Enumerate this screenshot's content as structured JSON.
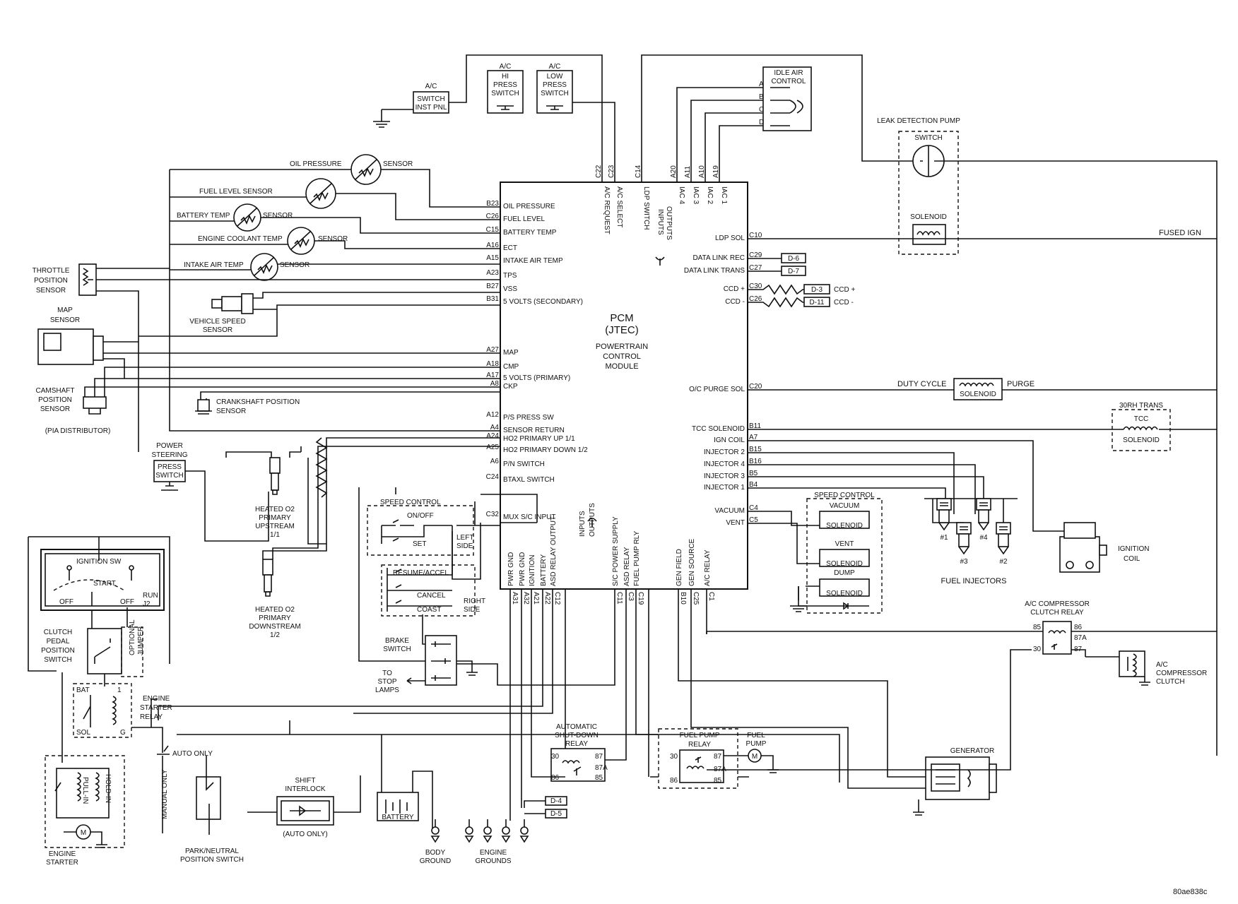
{
  "pcm": {
    "title_lines": [
      "PCM",
      "(JTEC)",
      "POWERTRAIN",
      "CONTROL",
      "MODULE"
    ]
  },
  "left_inputs": [
    {
      "pin": "B23",
      "label": "OIL PRESSURE"
    },
    {
      "pin": "C26",
      "label": "FUEL LEVEL"
    },
    {
      "pin": "C15",
      "label": "BATTERY TEMP"
    },
    {
      "pin": "A16",
      "label": "ECT"
    },
    {
      "pin": "A15",
      "label": "INTAKE AIR TEMP"
    },
    {
      "pin": "A23",
      "label": "TPS"
    },
    {
      "pin": "B27",
      "label": "VSS"
    },
    {
      "pin": "B31",
      "label": "5 VOLTS (SECONDARY)"
    },
    {
      "pin": "A27",
      "label": "MAP"
    },
    {
      "pin": "A18",
      "label": "CMP"
    },
    {
      "pin": "A17",
      "label": "5 VOLTS (PRIMARY)"
    },
    {
      "pin": "A8",
      "label": "CKP"
    },
    {
      "pin": "A12",
      "label": "P/S PRESS SW"
    },
    {
      "pin": "A4",
      "label": "SENSOR RETURN"
    },
    {
      "pin": "A24",
      "label": "HO2 PRIMARY UP 1/1"
    },
    {
      "pin": "A25",
      "label": "HO2 PRIMARY DOWN 1/2"
    },
    {
      "pin": "A6",
      "label": "P/N SWITCH"
    },
    {
      "pin": "C24",
      "label": "BTAXL SWITCH"
    },
    {
      "pin": "C32",
      "label": "MUX S/C INPUT"
    }
  ],
  "top_pins": [
    {
      "pin": "C22",
      "label": "A/C REQUEST"
    },
    {
      "pin": "C23",
      "label": "A/C SELECT"
    },
    {
      "pin": "C14",
      "label": "LDP SWITCH"
    },
    {
      "pin": "A20",
      "label": "IAC 4"
    },
    {
      "pin": "A11",
      "label": "IAC 3"
    },
    {
      "pin": "A10",
      "label": "IAC 2"
    },
    {
      "pin": "A19",
      "label": "IAC 1"
    }
  ],
  "top_io_label": [
    "INPUTS",
    "OUTPUTS"
  ],
  "right_outputs": [
    {
      "pin": "C10",
      "label": "LDP SOL"
    },
    {
      "pin": "C29",
      "label": "DATA LINK REC"
    },
    {
      "pin": "C27",
      "label": "DATA LINK TRANS"
    },
    {
      "pin": "C30",
      "label": "CCD +"
    },
    {
      "pin": "C26",
      "label": "CCD -"
    },
    {
      "pin": "C20",
      "label": "O/C PURGE SOL"
    },
    {
      "pin": "B11",
      "label": "TCC SOLENOID"
    },
    {
      "pin": "A7",
      "label": "IGN COIL"
    },
    {
      "pin": "B15",
      "label": "INJECTOR 2"
    },
    {
      "pin": "B16",
      "label": "INJECTOR 4"
    },
    {
      "pin": "B5",
      "label": "INJECTOR 3"
    },
    {
      "pin": "B4",
      "label": "INJECTOR 1"
    },
    {
      "pin": "C4",
      "label": "VACUUM"
    },
    {
      "pin": "C5",
      "label": "VENT"
    }
  ],
  "bottom_pins": [
    {
      "pin": "A31",
      "label": "PWR GND"
    },
    {
      "pin": "A32",
      "label": "PWR GND"
    },
    {
      "pin": "A21",
      "label": "IGNITION"
    },
    {
      "pin": "A22",
      "label": "BATTERY"
    },
    {
      "pin": "C12",
      "label": "ASD RELAY OUTPUT"
    },
    {
      "pin": "C11",
      "label": "S/C POWER SUPPLY"
    },
    {
      "pin": "C3",
      "label": "ASD RELAY"
    },
    {
      "pin": "C19",
      "label": "FUEL PUMP RLY"
    },
    {
      "pin": "B10",
      "label": "GEN FIELD"
    },
    {
      "pin": "C25",
      "label": "GEN SOURCE"
    },
    {
      "pin": "C1",
      "label": "A/C RELAY"
    }
  ],
  "bottom_io_label": [
    "INPUTS",
    "OUTPUTS"
  ],
  "sensors": {
    "oil_pressure": [
      "OIL PRESSURE",
      "SENSOR"
    ],
    "fuel_level": "FUEL LEVEL SENSOR",
    "battery_temp": [
      "BATTERY TEMP",
      "SENSOR"
    ],
    "engine_coolant": [
      "ENGINE COOLANT TEMP",
      "SENSOR"
    ],
    "intake_air": [
      "INTAKE AIR TEMP",
      "SENSOR"
    ],
    "throttle": [
      "THROTTLE",
      "POSITION",
      "SENSOR"
    ],
    "vss": [
      "VEHICLE SPEED",
      "SENSOR"
    ],
    "map": [
      "MAP",
      "SENSOR"
    ],
    "camshaft": [
      "CAMSHAFT",
      "POSITION",
      "SENSOR"
    ],
    "pia": "(PIA DISTRIBUTOR)",
    "crankshaft": [
      "CRANKSHAFT POSITION",
      "SENSOR"
    ]
  },
  "ac": {
    "switch": [
      "A/C",
      "SWITCH",
      "INST PNL"
    ],
    "hi": [
      "A/C",
      "HI",
      "PRESS",
      "SWITCH"
    ],
    "low": [
      "A/C",
      "LOW",
      "PRESS",
      "SWITCH"
    ]
  },
  "idle_air": {
    "title": [
      "IDLE AIR",
      "CONTROL"
    ],
    "pins": [
      "A",
      "B",
      "C",
      "D"
    ]
  },
  "leak_pump": {
    "title": "LEAK DETECTION PUMP",
    "switch": "SWITCH",
    "solenoid": "SOLENOID"
  },
  "fused_ign": "FUSED IGN",
  "connectors": {
    "d6": "D-6",
    "d7": "D-7",
    "d3": "D-3",
    "d11": "D-11",
    "ccd_plus": "CCD +",
    "ccd_minus": "CCD -",
    "d4": "D-4",
    "d5": "D-5"
  },
  "purge": {
    "duty": "DUTY CYCLE",
    "purge": "PURGE",
    "sol": "SOLENOID"
  },
  "trans": {
    "title": "30RH TRANS",
    "tcc": "TCC",
    "sol": "SOLENOID"
  },
  "speed_control_solenoids": {
    "title": "SPEED CONTROL",
    "items": [
      "VACUUM",
      "SOLENOID",
      "VENT",
      "SOLENOID",
      "DUMP",
      "SOLENOID"
    ]
  },
  "injectors": {
    "nums": [
      "#1",
      "#3",
      "#4",
      "#2"
    ],
    "title": "FUEL INJECTORS"
  },
  "ignition_coil": [
    "IGNITION",
    "COIL"
  ],
  "ac_clutch_relay": {
    "title": [
      "A/C COMPRESSOR",
      "CLUTCH RELAY"
    ],
    "pins": [
      "85",
      "86",
      "87A",
      "30",
      "87"
    ]
  },
  "ac_clutch": [
    "A/C",
    "COMPRESSOR",
    "CLUTCH"
  ],
  "power_steering": [
    "POWER",
    "STEERING",
    "PRESS",
    "SWITCH"
  ],
  "o2_up": [
    "HEATED O2",
    "PRIMARY",
    "UPSTREAM",
    "1/1"
  ],
  "o2_down": [
    "HEATED O2",
    "PRIMARY",
    "DOWNSTREAM",
    "1/2"
  ],
  "speed_control_switches": {
    "title": "SPEED CONTROL",
    "on_off": "ON/OFF",
    "set": "SET",
    "left": [
      "LEFT",
      "SIDE"
    ],
    "resume": "RESUME/ACCEL",
    "cancel": "CANCEL",
    "coast": "COAST",
    "right": [
      "RIGHT",
      "SIDE"
    ]
  },
  "ignition_switch": {
    "title": "IGNITION SW",
    "start": "START",
    "off1": "OFF",
    "off2": "OFF",
    "run": "RUN",
    "j2": "J2"
  },
  "clutch": {
    "label": [
      "CLUTCH",
      "PEDAL",
      "POSITION",
      "SWITCH"
    ],
    "jumper": [
      "OPTIONAL",
      "JUMPER"
    ]
  },
  "starter_relay": {
    "label": [
      "ENGINE",
      "STARTER",
      "RELAY"
    ],
    "bat": "BAT",
    "one": "1",
    "sol": "SOL",
    "g": "G"
  },
  "starter": {
    "label": [
      "ENGINE",
      "STARTER"
    ],
    "pull": "PULL-IN",
    "hold": "HOLD-IN"
  },
  "auto_only": "AUTO ONLY",
  "manual_only": "MANUAL ONLY",
  "park_neutral": [
    "PARK/NEUTRAL",
    "POSITION SWITCH"
  ],
  "shift_interlock": {
    "title": [
      "SHIFT",
      "INTERLOCK"
    ],
    "note": "(AUTO ONLY)"
  },
  "battery": "BATTERY",
  "grounds": {
    "body": [
      "BODY",
      "GROUND"
    ],
    "engine": [
      "ENGINE",
      "GROUNDS"
    ]
  },
  "brake": {
    "label": [
      "BRAKE",
      "SWITCH"
    ],
    "stop": [
      "TO",
      "STOP",
      "LAMPS"
    ]
  },
  "asd": {
    "title": [
      "AUTOMATIC",
      "SHUT-DOWN",
      "RELAY"
    ],
    "pins": [
      "30",
      "87",
      "87A",
      "86",
      "85"
    ]
  },
  "fuel_pump_relay": {
    "title": [
      "FUEL PUMP",
      "RELAY"
    ],
    "pins": [
      "30",
      "87",
      "87A",
      "86",
      "85"
    ]
  },
  "fuel_pump": [
    "FUEL",
    "PUMP"
  ],
  "generator": "GENERATOR",
  "figure_id": "80ae838c"
}
